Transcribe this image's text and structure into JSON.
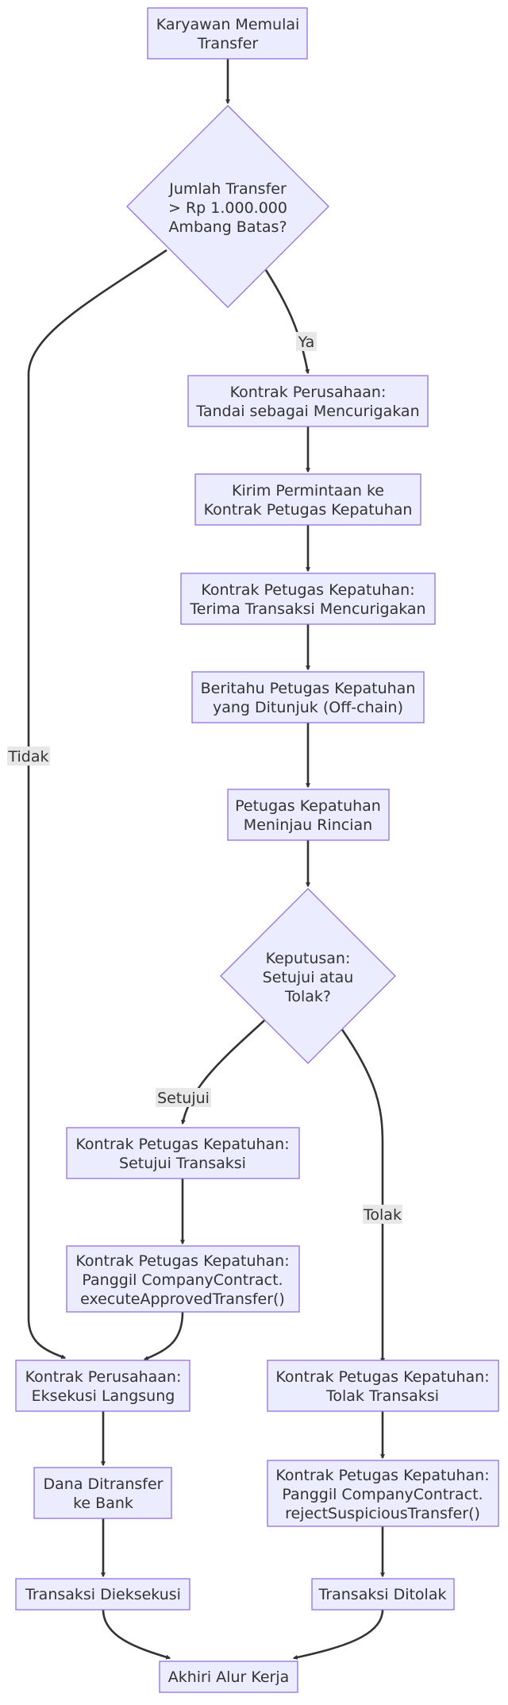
{
  "nodes": {
    "start": [
      "Karyawan Memulai",
      "Transfer"
    ],
    "threshold": [
      "Jumlah Transfer",
      "> Rp 1.000.000",
      "Ambang Batas?"
    ],
    "mark_suspicious": [
      "Kontrak Perusahaan:",
      "Tandai sebagai Mencurigakan"
    ],
    "send_request": [
      "Kirim Permintaan ke",
      "Kontrak Petugas Kepatuhan"
    ],
    "receive_tx": [
      "Kontrak Petugas Kepatuhan:",
      "Terima Transaksi Mencurigakan"
    ],
    "notify_officer": [
      "Beritahu Petugas Kepatuhan",
      "yang Ditunjuk (Off-chain)"
    ],
    "review": [
      "Petugas Kepatuhan",
      "Meninjau Rincian"
    ],
    "decision": [
      "Keputusan:",
      "Setujui atau",
      "Tolak?"
    ],
    "approve_tx": [
      "Kontrak Petugas Kepatuhan:",
      "Setujui Transaksi"
    ],
    "call_execute": [
      "Kontrak Petugas Kepatuhan:",
      "Panggil CompanyContract.",
      "executeApprovedTransfer()"
    ],
    "direct_exec": [
      "Kontrak Perusahaan:",
      "Eksekusi Langsung"
    ],
    "funds_sent": [
      "Dana Ditransfer",
      "ke Bank"
    ],
    "tx_executed": [
      "Transaksi Dieksekusi"
    ],
    "reject_tx": [
      "Kontrak Petugas Kepatuhan:",
      "Tolak Transaksi"
    ],
    "call_reject": [
      "Kontrak Petugas Kepatuhan:",
      "Panggil CompanyContract.",
      "rejectSuspiciousTransfer()"
    ],
    "tx_rejected": [
      "Transaksi Ditolak"
    ],
    "end": [
      "Akhiri Alur Kerja"
    ]
  },
  "edge_labels": {
    "yes": "Ya",
    "no": "Tidak",
    "approve": "Setujui",
    "reject": "Tolak"
  },
  "colors": {
    "node_fill": "#ECECFF",
    "node_stroke": "#9370DB",
    "edge": "#333333",
    "label_bg": "#e8e8e8"
  }
}
